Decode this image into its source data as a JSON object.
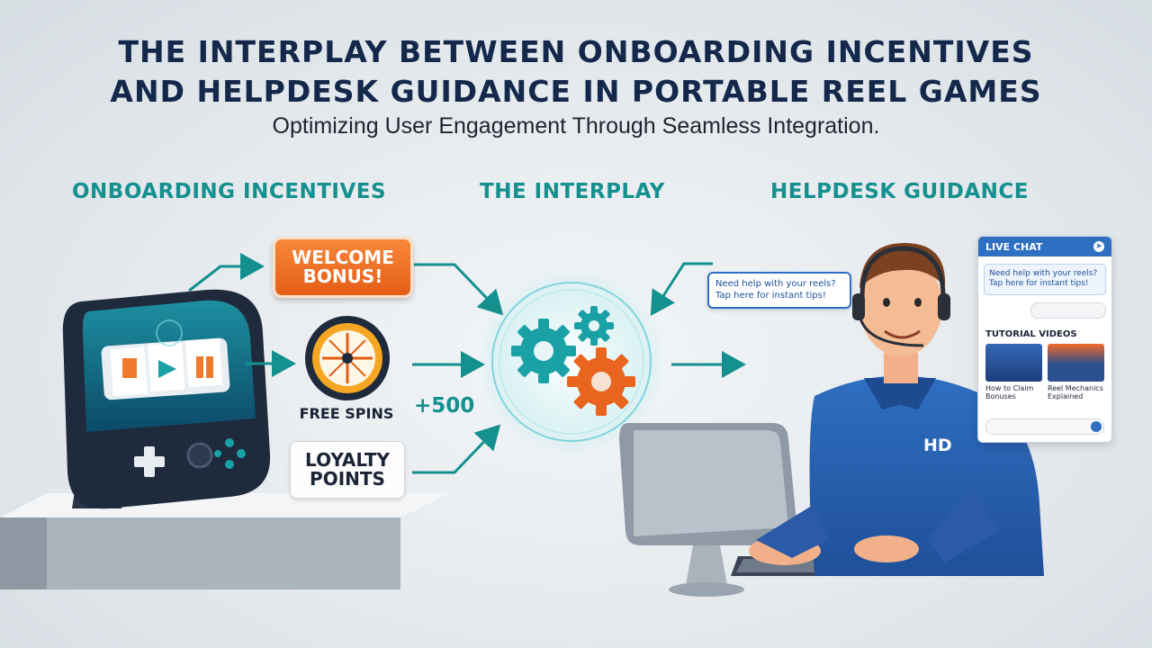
{
  "header": {
    "title_line1": "THE INTERPLAY BETWEEN ONBOARDING INCENTIVES",
    "title_line2": "AND HELPDESK GUIDANCE IN PORTABLE REEL GAMES",
    "subtitle": "Optimizing User Engagement Through Seamless Integration."
  },
  "columns": {
    "left": "ONBOARDING INCENTIVES",
    "center": "THE INTERPLAY",
    "right": "HELPDESK GUIDANCE"
  },
  "incentives": {
    "welcome_line1": "WELCOME",
    "welcome_line2": "BONUS!",
    "free_spins": "FREE SPINS",
    "loyalty_line1": "LOYALTY",
    "loyalty_line2": "POINTS",
    "points_value": "+500"
  },
  "helpdesk": {
    "bubble_text": "Need help with your reels? Tap here for instant tips!",
    "agent_logo": "HD",
    "chat": {
      "header": "LIVE CHAT",
      "message": "Need help with your reels? Tap here for instant tips!",
      "tutorial_heading": "TUTORIAL VIDEOS",
      "video1": "How to Claim Bonuses",
      "video2": "Reel Mechanics Explained"
    }
  },
  "icons": {
    "tablet": "reel-game-tablet-icon",
    "wheel": "spin-wheel-icon",
    "gears": "gears-icon",
    "agent": "support-agent-illustration",
    "monitor": "computer-monitor-icon"
  },
  "colors": {
    "title": "#13284a",
    "teal": "#14908f",
    "orange": "#e45d16",
    "blue": "#2f6fc1"
  }
}
